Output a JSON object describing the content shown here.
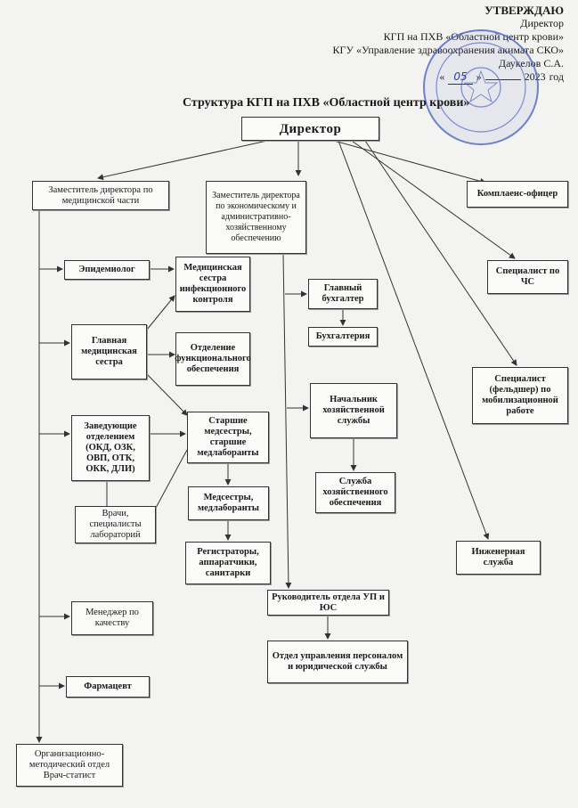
{
  "approval": {
    "heading": "УТВЕРЖДАЮ",
    "line1": "Директор",
    "line2": "КГП на ПХВ «Областной центр крови»",
    "line3": "КГУ «Управление здравоохранения акимата СКО»",
    "signer": "Даукелов С.А.",
    "date_open": "«",
    "date_day": "05",
    "date_close": "»",
    "date_month": "",
    "date_year": "2023",
    "date_suffix": "год"
  },
  "title": "Структура КГП на ПХВ «Областной центр крови»",
  "boxes": {
    "director": "Директор",
    "deputy_med": "Заместитель директора по медицинской части",
    "deputy_econ": "Заместитель директора по экономическому и административно-хозяйственному обеспечению",
    "compliance": "Комплаенс-офицер",
    "epidemiologist": "Эпидемиолог",
    "infection_control": "Медицинская сестра инфекционного контроля",
    "head_nurse": "Главная медицинская сестра",
    "func_support": "Отделение функционального обеспечения",
    "dept_heads": "Заведующие отделением (ОКД, ОЗК, ОВП, ОТК, ОКК, ДЛИ)",
    "senior_nurses": "Старшие медсестры, старшие медлаборанты",
    "nurses": "Медсестры, медлаборанты",
    "registrars": "Регистраторы, аппаратчики, санитарки",
    "lab_doctors": "Врачи, специалисты лабораторий",
    "quality_manager": "Менеджер по качеству",
    "pharmacist": "Фармацевт",
    "org_method": "Организационно-методический отдел Врач-статист",
    "chief_accountant": "Главный бухгалтер",
    "accounting": "Бухгалтерия",
    "household_head": "Начальник хозяйственной службы",
    "household_service": "Служба хозяйственного обеспечения",
    "hr_head": "Руководитель отдела УП и ЮС",
    "hr_dept": "Отдел управления персоналом и юридической службы",
    "emergency": "Специалист по ЧС",
    "mobilization": "Специалист (фельдшер) по мобилизационной работе",
    "engineering": "Инженерная служба"
  }
}
